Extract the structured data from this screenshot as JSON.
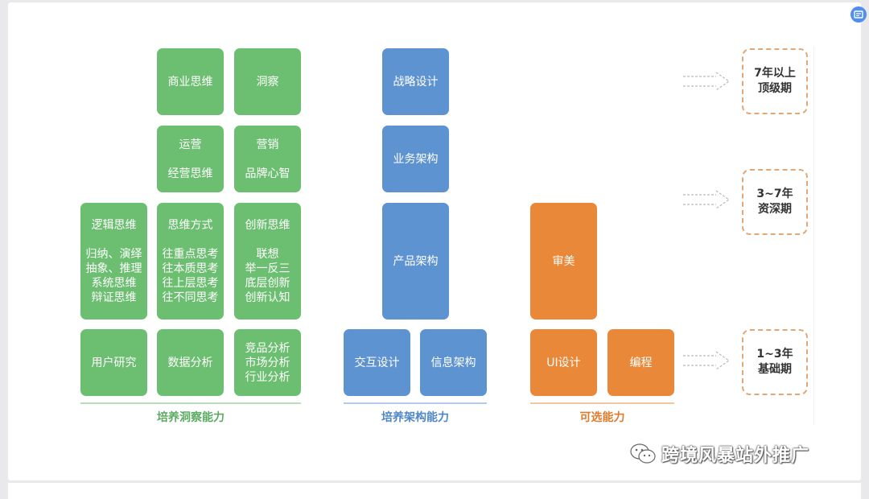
{
  "green_section": {
    "caption": "培养洞察能力",
    "row1": {
      "business_thinking": "商业思维",
      "insight": "洞察"
    },
    "row2": {
      "operations": [
        "运营",
        "经营思维"
      ],
      "marketing": [
        "营销",
        "品牌心智"
      ]
    },
    "row3": {
      "logical_thinking": [
        "逻辑思维",
        "归纳、演绎",
        "抽象、推理",
        "系统思维",
        "辩证思维"
      ],
      "thinking_mode": [
        "思维方式",
        "往重点思考",
        "往本质思考",
        "往上层思考",
        "往不同思考"
      ],
      "innovative_thinking": [
        "创新思维",
        "联想",
        "举一反三",
        "底层创新",
        "创新认知"
      ]
    },
    "row4": {
      "user_research": "用户研究",
      "data_analysis": "数据分析",
      "analysis_group": [
        "竞品分析",
        "市场分析",
        "行业分析"
      ]
    },
    "color": "#6cbf71"
  },
  "blue_section": {
    "caption": "培养架构能力",
    "strategy_design": "战略设计",
    "business_architecture": "业务架构",
    "product_architecture": "产品架构",
    "interaction_design": "交互设计",
    "information_architecture": "信息架构",
    "color": "#5e93d2"
  },
  "orange_section": {
    "caption": "可选能力",
    "aesthetics": "审美",
    "ui_design": "UI设计",
    "programming": "编程",
    "color": "#e98839"
  },
  "stages": [
    {
      "years": "7年以上",
      "level": "顶级期"
    },
    {
      "years": "3~7年",
      "level": "资深期"
    },
    {
      "years": "1~3年",
      "level": "基础期"
    }
  ],
  "watermark": "跨境风暴站外推广"
}
